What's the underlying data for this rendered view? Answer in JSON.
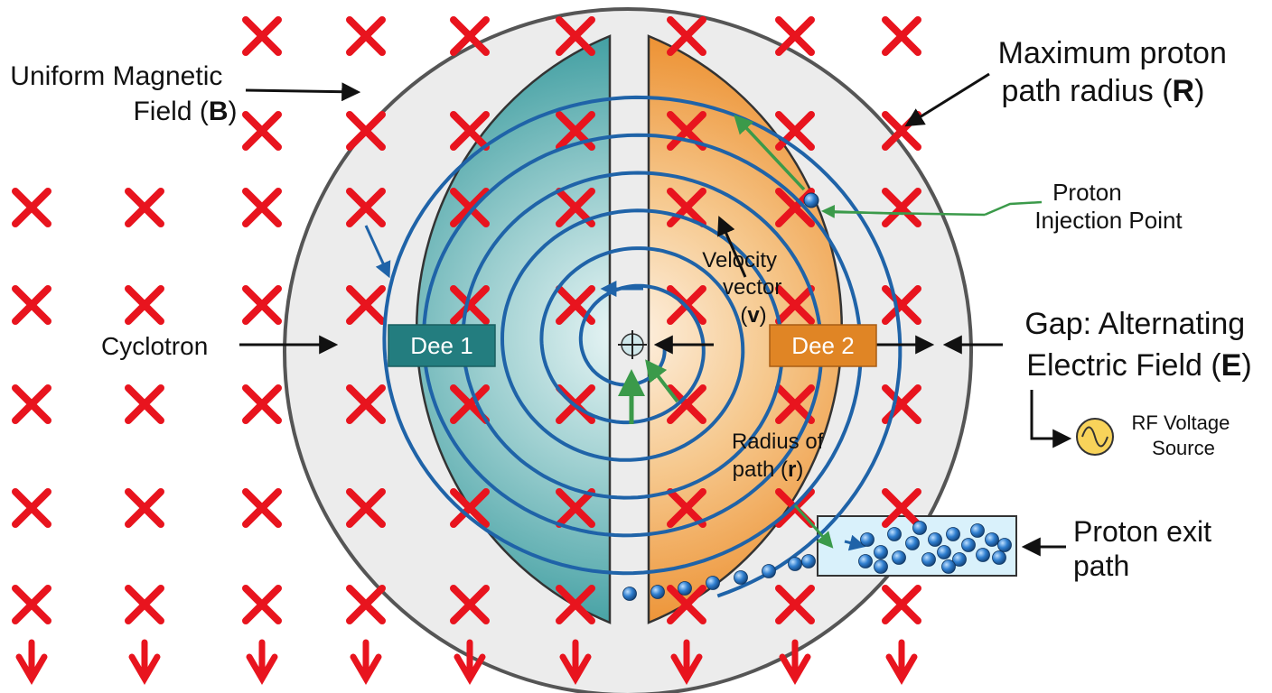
{
  "labels": {
    "magnetic_field": {
      "line1": "Uniform Magnetic",
      "line2_prefix": "Field (",
      "line2_symbol": "B",
      "line2_suffix": ")"
    },
    "max_radius": {
      "line1": "Maximum proton",
      "line2_prefix": "path radius (",
      "line2_symbol": "R",
      "line2_suffix": ")"
    },
    "injection": {
      "line1": "Proton",
      "line2": "Injection Point"
    },
    "velocity": {
      "line1": "Velocity",
      "line2": "vector",
      "line3_prefix": "(",
      "line3_symbol": "v",
      "line3_suffix": ")"
    },
    "cyclotron": "Cyclotron",
    "dee1": "Dee 1",
    "dee2": "Dee 2",
    "gap": {
      "line1": "Gap: Alternating",
      "line2_prefix": "Electric Field (",
      "line2_symbol": "E",
      "line2_suffix": ")"
    },
    "rf_source": {
      "line1": "RF Voltage",
      "line2": "Source"
    },
    "radius_path": {
      "line1": "Radius of",
      "line2_prefix": "path (",
      "line2_symbol": "r",
      "line2_suffix": ")"
    },
    "exit_path": {
      "line1": "Proton exit",
      "line2": "path"
    }
  },
  "colors": {
    "field_marker": "#e8141e",
    "dee1": "#3e9da0",
    "dee2": "#ec8f2f",
    "spiral": "#1f63a8",
    "vector": "#3b9a4a",
    "rim": "#ececec",
    "dee1_label_bg": "#237d7f",
    "dee2_label_bg": "#e08525",
    "proton": "#2f7fd0",
    "rf_source": "#f8d35a"
  },
  "icons": {
    "field": "cross-icon",
    "field_arrow": "down-arrow-icon",
    "rf": "sine-wave-icon",
    "center": "crosshair-icon"
  }
}
